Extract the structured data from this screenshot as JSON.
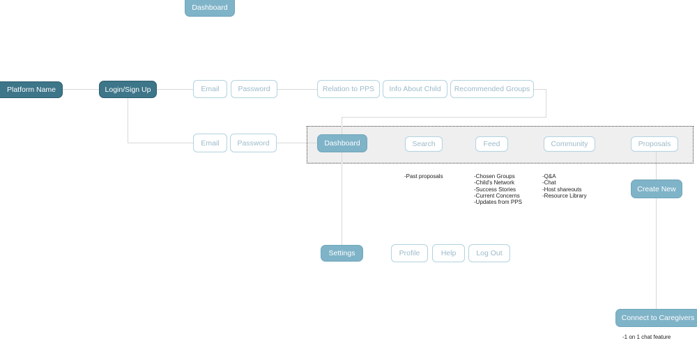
{
  "diagram": {
    "top": {
      "dashboard_label": "Dashboard"
    },
    "auth": {
      "platform_name": "Platform Name",
      "login_signup": "Login/Sign Up",
      "signup_email": "Email",
      "signup_password": "Password",
      "relation_to_pps": "Relation to PPS",
      "info_about_child": "Info About Child",
      "recommended_groups": "Recommended Groups",
      "login_email": "Email",
      "login_password": "Password"
    },
    "nav": {
      "dashboard": "Dashboard",
      "search": "Search",
      "feed": "Feed",
      "community": "Community",
      "proposals": "Proposals"
    },
    "lists": {
      "search_items": [
        "-Past proposals"
      ],
      "feed_items": [
        "-Chosen Groups",
        "-Child's Network",
        "-Success Stories",
        "-Current Concerns",
        "-Updates from PPS"
      ],
      "community_items": [
        "-Q&A",
        "-Chat",
        "-Host shareouts",
        "-Resource Library"
      ]
    },
    "actions": {
      "create_new": "Create New",
      "settings": "Settings",
      "profile": "Profile",
      "help": "Help",
      "log_out": "Log Out",
      "connect_to_caregivers": "Connect to Caregivers",
      "connect_note": "-1 on 1 chat feature"
    },
    "colors": {
      "dark_node_fill": "#3d7589",
      "light_node_fill": "#7fb3c8",
      "outline_node_border": "#b2d2e0",
      "outline_node_text": "#9cbac9",
      "connector_line": "#d8d8d8",
      "container_background": "#efefef",
      "container_border": "#3a3a3a",
      "annotation_text": "#1c1c1c"
    }
  }
}
